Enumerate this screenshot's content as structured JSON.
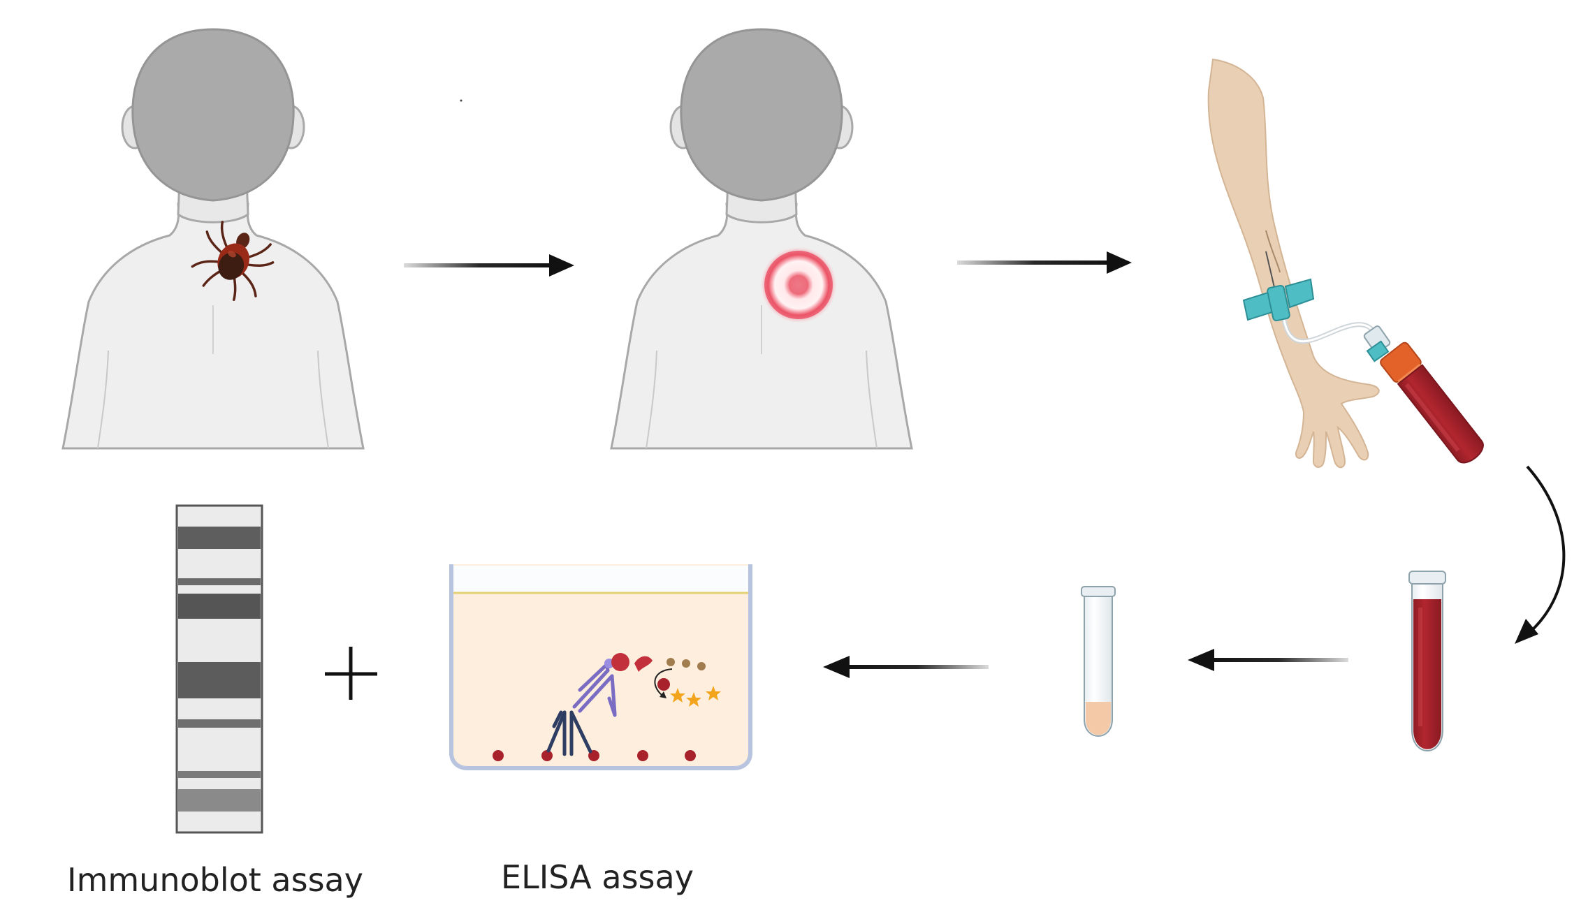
{
  "labels": {
    "immunoblot": "Immunoblot assay",
    "elisa": "ELISA assay"
  },
  "colors": {
    "silhouette": "#eeeeee",
    "hair": "#a9a9a9",
    "outline": "#9a9a9a",
    "tick_body": "#a0301e",
    "rash": "#e84a5f",
    "skin": "#e9cfb3",
    "tourniquet": "#4fbdc4",
    "blood": "#a8222c",
    "tube_cap": "#e2622a",
    "serum": "#f3c9a8",
    "well_fill": "#fdeedd",
    "antibody_dark": "#2e3e62",
    "antibody_purple": "#7a6cc2",
    "enzyme": "#c2303c",
    "product": "#f2a51c",
    "arrow": "#111111"
  },
  "icons": [
    "child-back-silhouette",
    "tick-icon",
    "erythema-migrans-rash",
    "arm-blood-draw",
    "blood-collection-tube",
    "serum-tube",
    "elisa-well",
    "immunoblot-strip",
    "plus-sign",
    "arrow"
  ]
}
